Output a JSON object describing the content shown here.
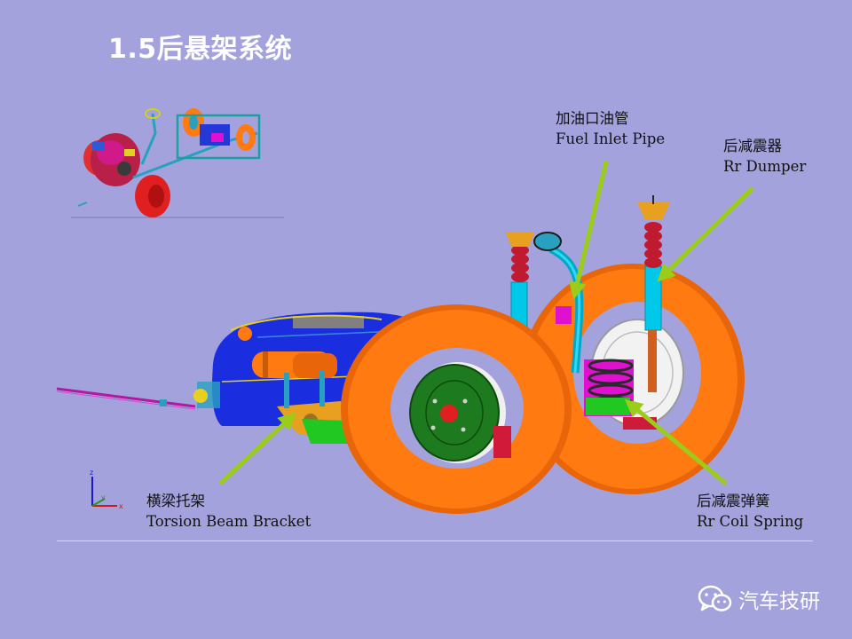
{
  "slide": {
    "title": "1.5后悬架系统"
  },
  "labels": {
    "fuel_inlet_pipe": {
      "cn": "加油口油管",
      "en": "Fuel Inlet Pipe"
    },
    "rr_damper": {
      "cn": "后减震器",
      "en": "Rr Dumper"
    },
    "torsion_beam_bracket": {
      "cn": "横梁托架",
      "en": "Torsion Beam Bracket"
    },
    "rr_coil_spring": {
      "cn": "后减震弹簧",
      "en": "Rr Coil Spring"
    }
  },
  "axes_triad": {
    "z": "z",
    "y": "y",
    "x": "x"
  },
  "footer": {
    "brand": "汽车技研",
    "icon": "wechat-icon"
  },
  "colors": {
    "background": "#a3a2dc",
    "tire": "#ff7a10",
    "callout_arrow": "#9ccc1a",
    "highlight_box": "#1aa0a0",
    "damper": "#00c8e8",
    "fuel_tank": "#1a2ee0",
    "hub": "#1e7a1e"
  }
}
